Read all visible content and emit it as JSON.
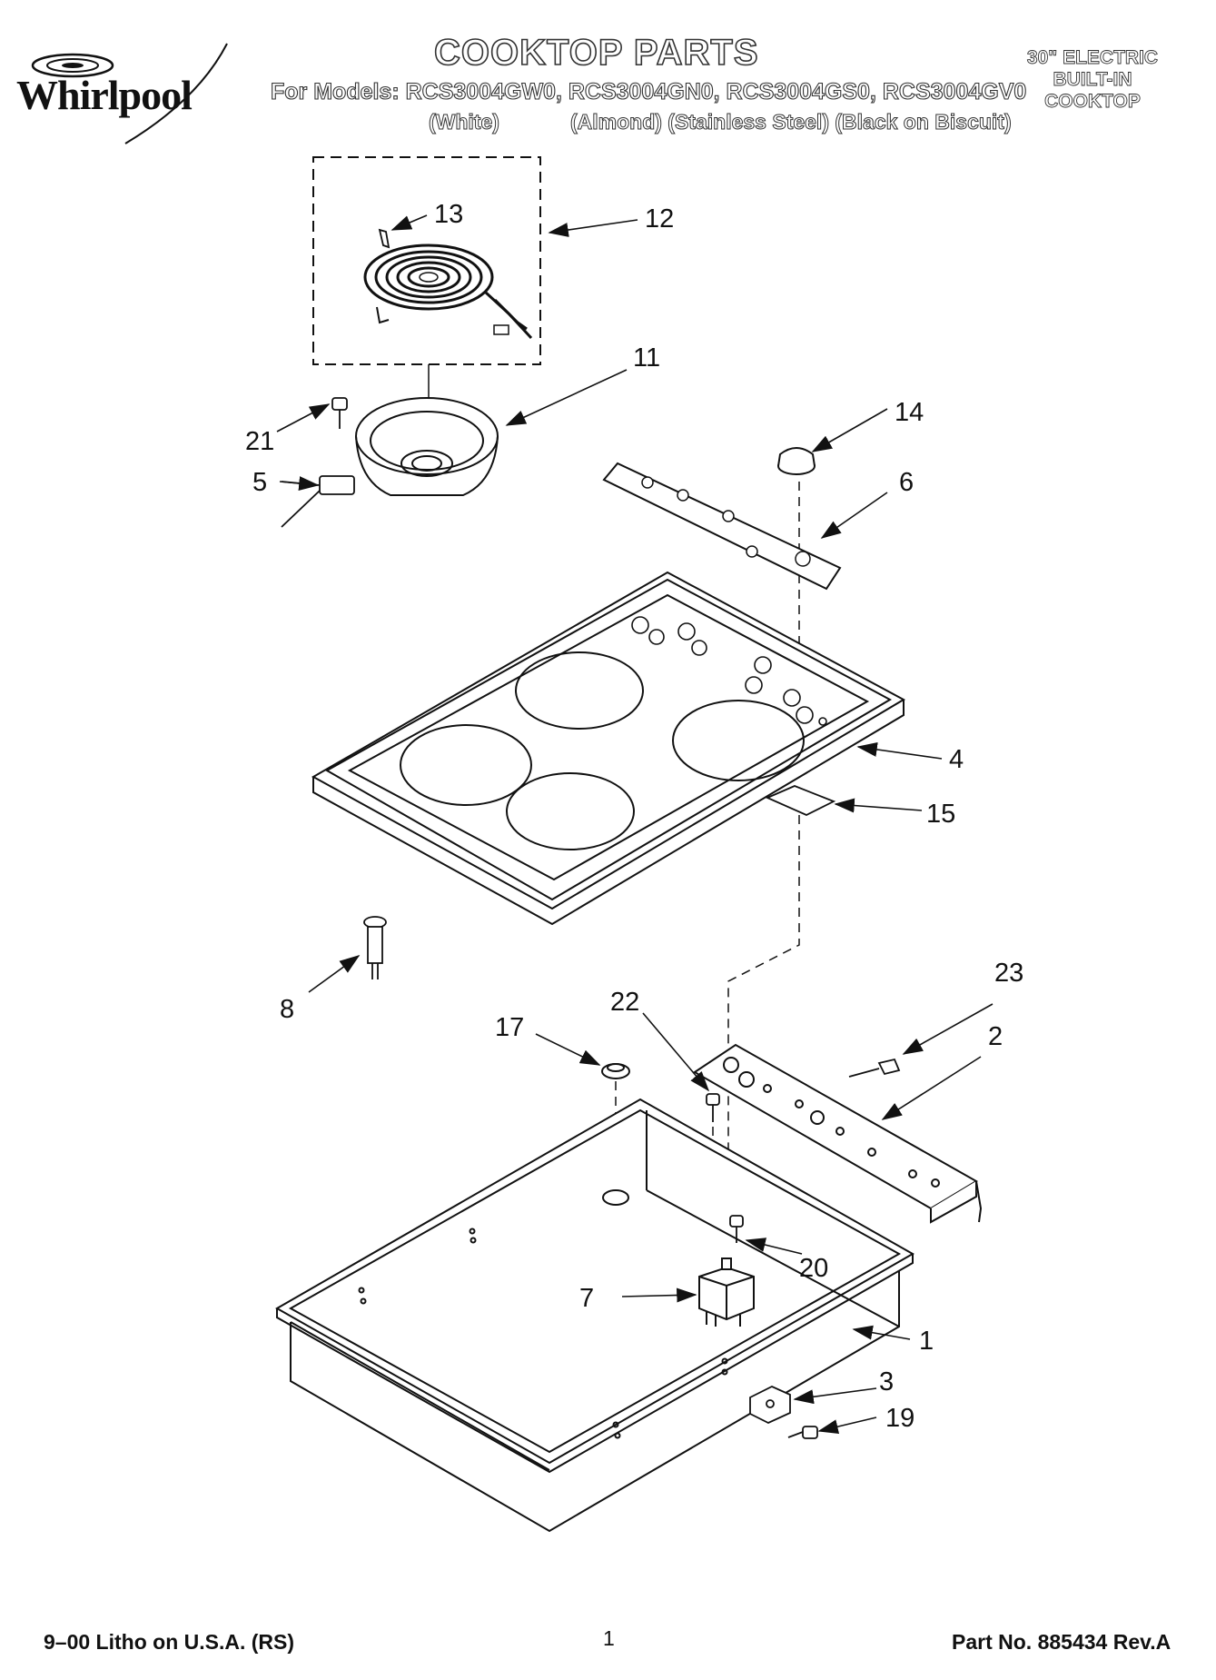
{
  "header": {
    "brand": "Whirlpool",
    "title": "COOKTOP PARTS",
    "models_line": "For Models: RCS3004GW0, RCS3004GN0, RCS3004GS0, RCS3004GV0",
    "color_white": "(White)",
    "colors_others": "(Almond) (Stainless Steel) (Black on Biscuit)",
    "type_line1": "30\" ELECTRIC",
    "type_line2": "BUILT-IN",
    "type_line3": "COOKTOP"
  },
  "callouts": [
    "13",
    "12",
    "11",
    "21",
    "5",
    "14",
    "6",
    "4",
    "15",
    "8",
    "23",
    "22",
    "17",
    "2",
    "20",
    "7",
    "1",
    "3",
    "19"
  ],
  "footer": {
    "left": "9–00 Litho on U.S.A. (RS)",
    "center": "1",
    "right": "Part No. 885434 Rev.A"
  }
}
